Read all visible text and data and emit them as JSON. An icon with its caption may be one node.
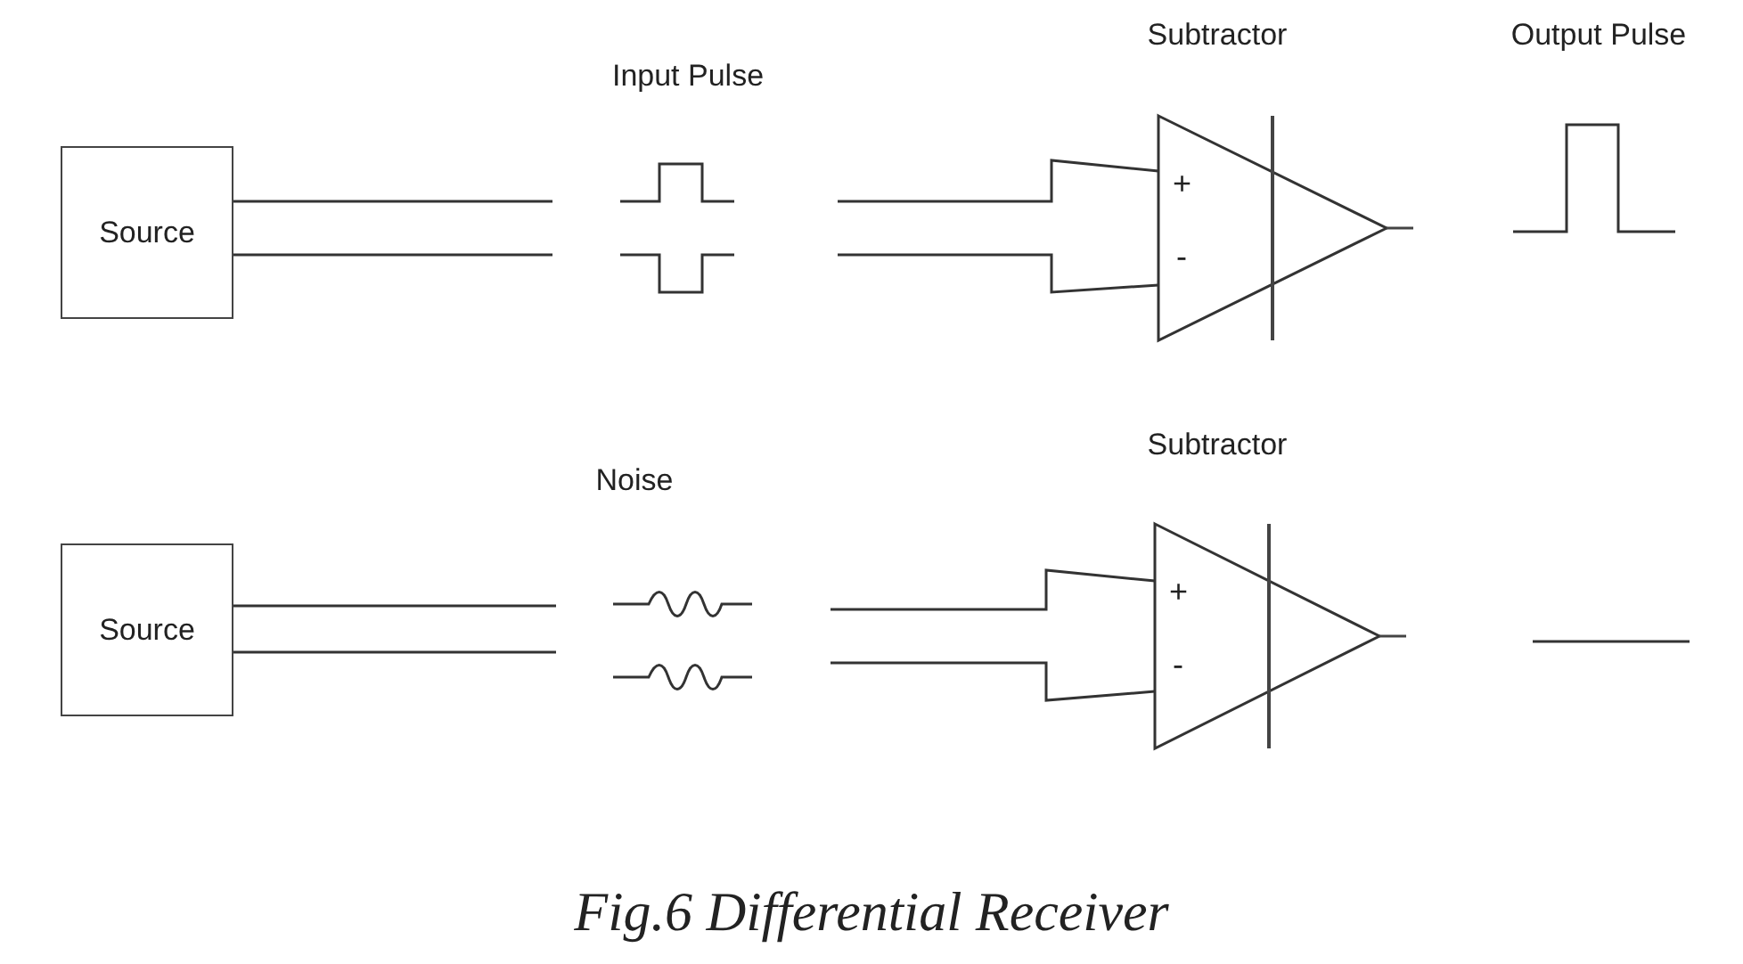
{
  "diagram": {
    "caption": "Fig.6 Differential Receiver",
    "nodes": [
      {
        "text": [
          "Source"
        ]
      },
      {
        "text": [
          "Subtractor",
          "+",
          "-"
        ]
      },
      {
        "text": [
          "Source"
        ]
      },
      {
        "text": [
          "Subtractor",
          "+",
          "-"
        ]
      }
    ],
    "edges": [
      {
        "from": 0,
        "to": null,
        "arrow": "none"
      },
      {
        "from": 0,
        "to": null,
        "arrow": "none"
      },
      {
        "from": null,
        "to": 1,
        "arrow": "none"
      },
      {
        "from": null,
        "to": 1,
        "arrow": "none"
      },
      {
        "from": 2,
        "to": null,
        "arrow": "none"
      },
      {
        "from": 2,
        "to": null,
        "arrow": "none"
      },
      {
        "from": null,
        "to": 3,
        "arrow": "none"
      },
      {
        "from": null,
        "to": 3,
        "arrow": "none"
      }
    ],
    "labels": [
      "Input Pulse",
      "Output Pulse",
      "Noise"
    ]
  }
}
